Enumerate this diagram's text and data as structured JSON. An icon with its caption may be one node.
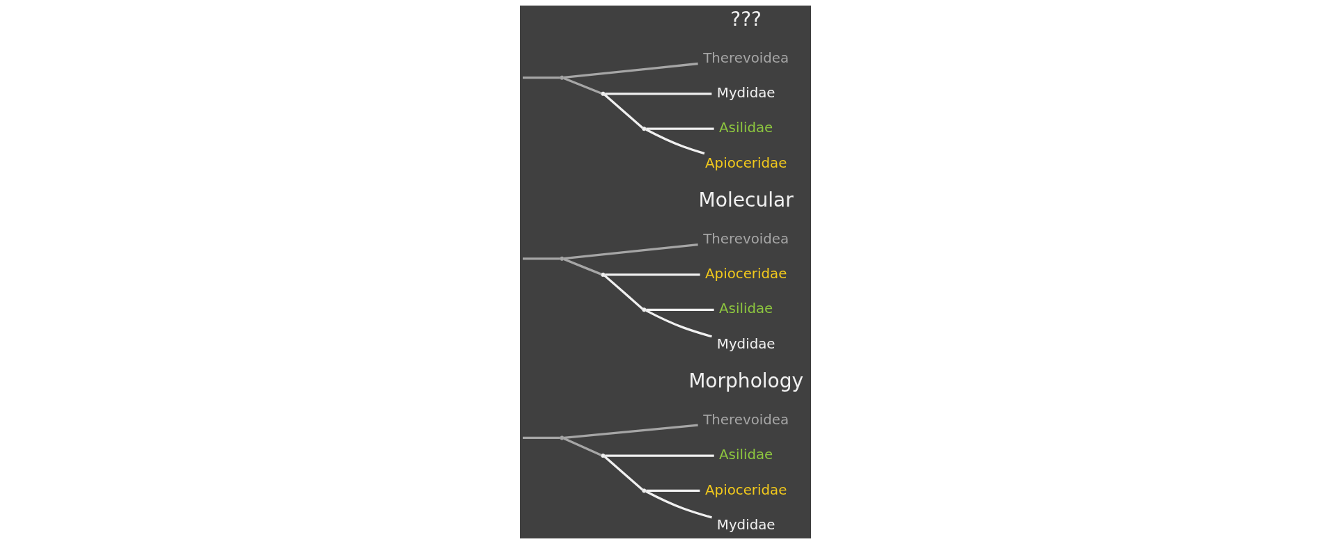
{
  "diagram": {
    "nodes": [
      {
        "text": [],
        "shape": "point"
      },
      {
        "text": [
          "Therevoidea"
        ]
      },
      {
        "text": [],
        "shape": "point"
      },
      {
        "text": [
          "Asilidae"
        ]
      },
      {
        "text": [],
        "shape": "point"
      },
      {
        "text": [
          "Apioceridae"
        ]
      },
      {
        "text": [
          "Mydidae"
        ]
      },
      {
        "text": [],
        "shape": "point"
      },
      {
        "text": [
          "Therevoidea"
        ]
      },
      {
        "text": [],
        "shape": "point"
      },
      {
        "text": [
          "Apioceridae"
        ]
      },
      {
        "text": [],
        "shape": "point"
      },
      {
        "text": [
          "Asilidae"
        ]
      },
      {
        "text": [
          "Mydidae"
        ]
      },
      {
        "text": [],
        "shape": "point"
      },
      {
        "text": [
          "Therevoidea"
        ]
      },
      {
        "text": [],
        "shape": "point"
      },
      {
        "text": [
          "Mydidae"
        ]
      },
      {
        "text": [],
        "shape": "point"
      },
      {
        "text": [
          "Asilidae"
        ]
      },
      {
        "text": [
          "Apioceridae"
        ]
      }
    ],
    "edges": [
      {
        "from": null,
        "to": 0,
        "arrow": "none",
        "color": "#a6a6a6"
      },
      {
        "from": 0,
        "to": 1,
        "arrow": "none",
        "color": "#a6a6a6"
      },
      {
        "from": 0,
        "to": 2,
        "arrow": "none",
        "color": "#a6a6a6"
      },
      {
        "from": 2,
        "to": 3,
        "arrow": "none"
      },
      {
        "from": 2,
        "to": 4,
        "arrow": "none"
      },
      {
        "from": 4,
        "to": 5,
        "arrow": "none"
      },
      {
        "from": 4,
        "to": 6,
        "arrow": "none"
      },
      {
        "from": null,
        "to": 7,
        "arrow": "none",
        "color": "#a6a6a6"
      },
      {
        "from": 7,
        "to": 8,
        "arrow": "none",
        "color": "#a6a6a6"
      },
      {
        "from": 7,
        "to": 9,
        "arrow": "none",
        "color": "#a6a6a6"
      },
      {
        "from": 9,
        "to": 10,
        "arrow": "none"
      },
      {
        "from": 9,
        "to": 11,
        "arrow": "none"
      },
      {
        "from": 11,
        "to": 12,
        "arrow": "none"
      },
      {
        "from": 11,
        "to": 13,
        "arrow": "none"
      },
      {
        "from": null,
        "to": 14,
        "arrow": "none",
        "color": "#a6a6a6"
      },
      {
        "from": 14,
        "to": 15,
        "arrow": "none",
        "color": "#a6a6a6"
      },
      {
        "from": 14,
        "to": 16,
        "arrow": "none",
        "color": "#a6a6a6"
      },
      {
        "from": 16,
        "to": 17,
        "arrow": "none"
      },
      {
        "from": 16,
        "to": 18,
        "arrow": "none"
      },
      {
        "from": 18,
        "to": 19,
        "arrow": "none"
      },
      {
        "from": 18,
        "to": 20,
        "arrow": "none"
      }
    ],
    "labels": [
      "Morphology",
      "Molecular",
      "???"
    ]
  }
}
